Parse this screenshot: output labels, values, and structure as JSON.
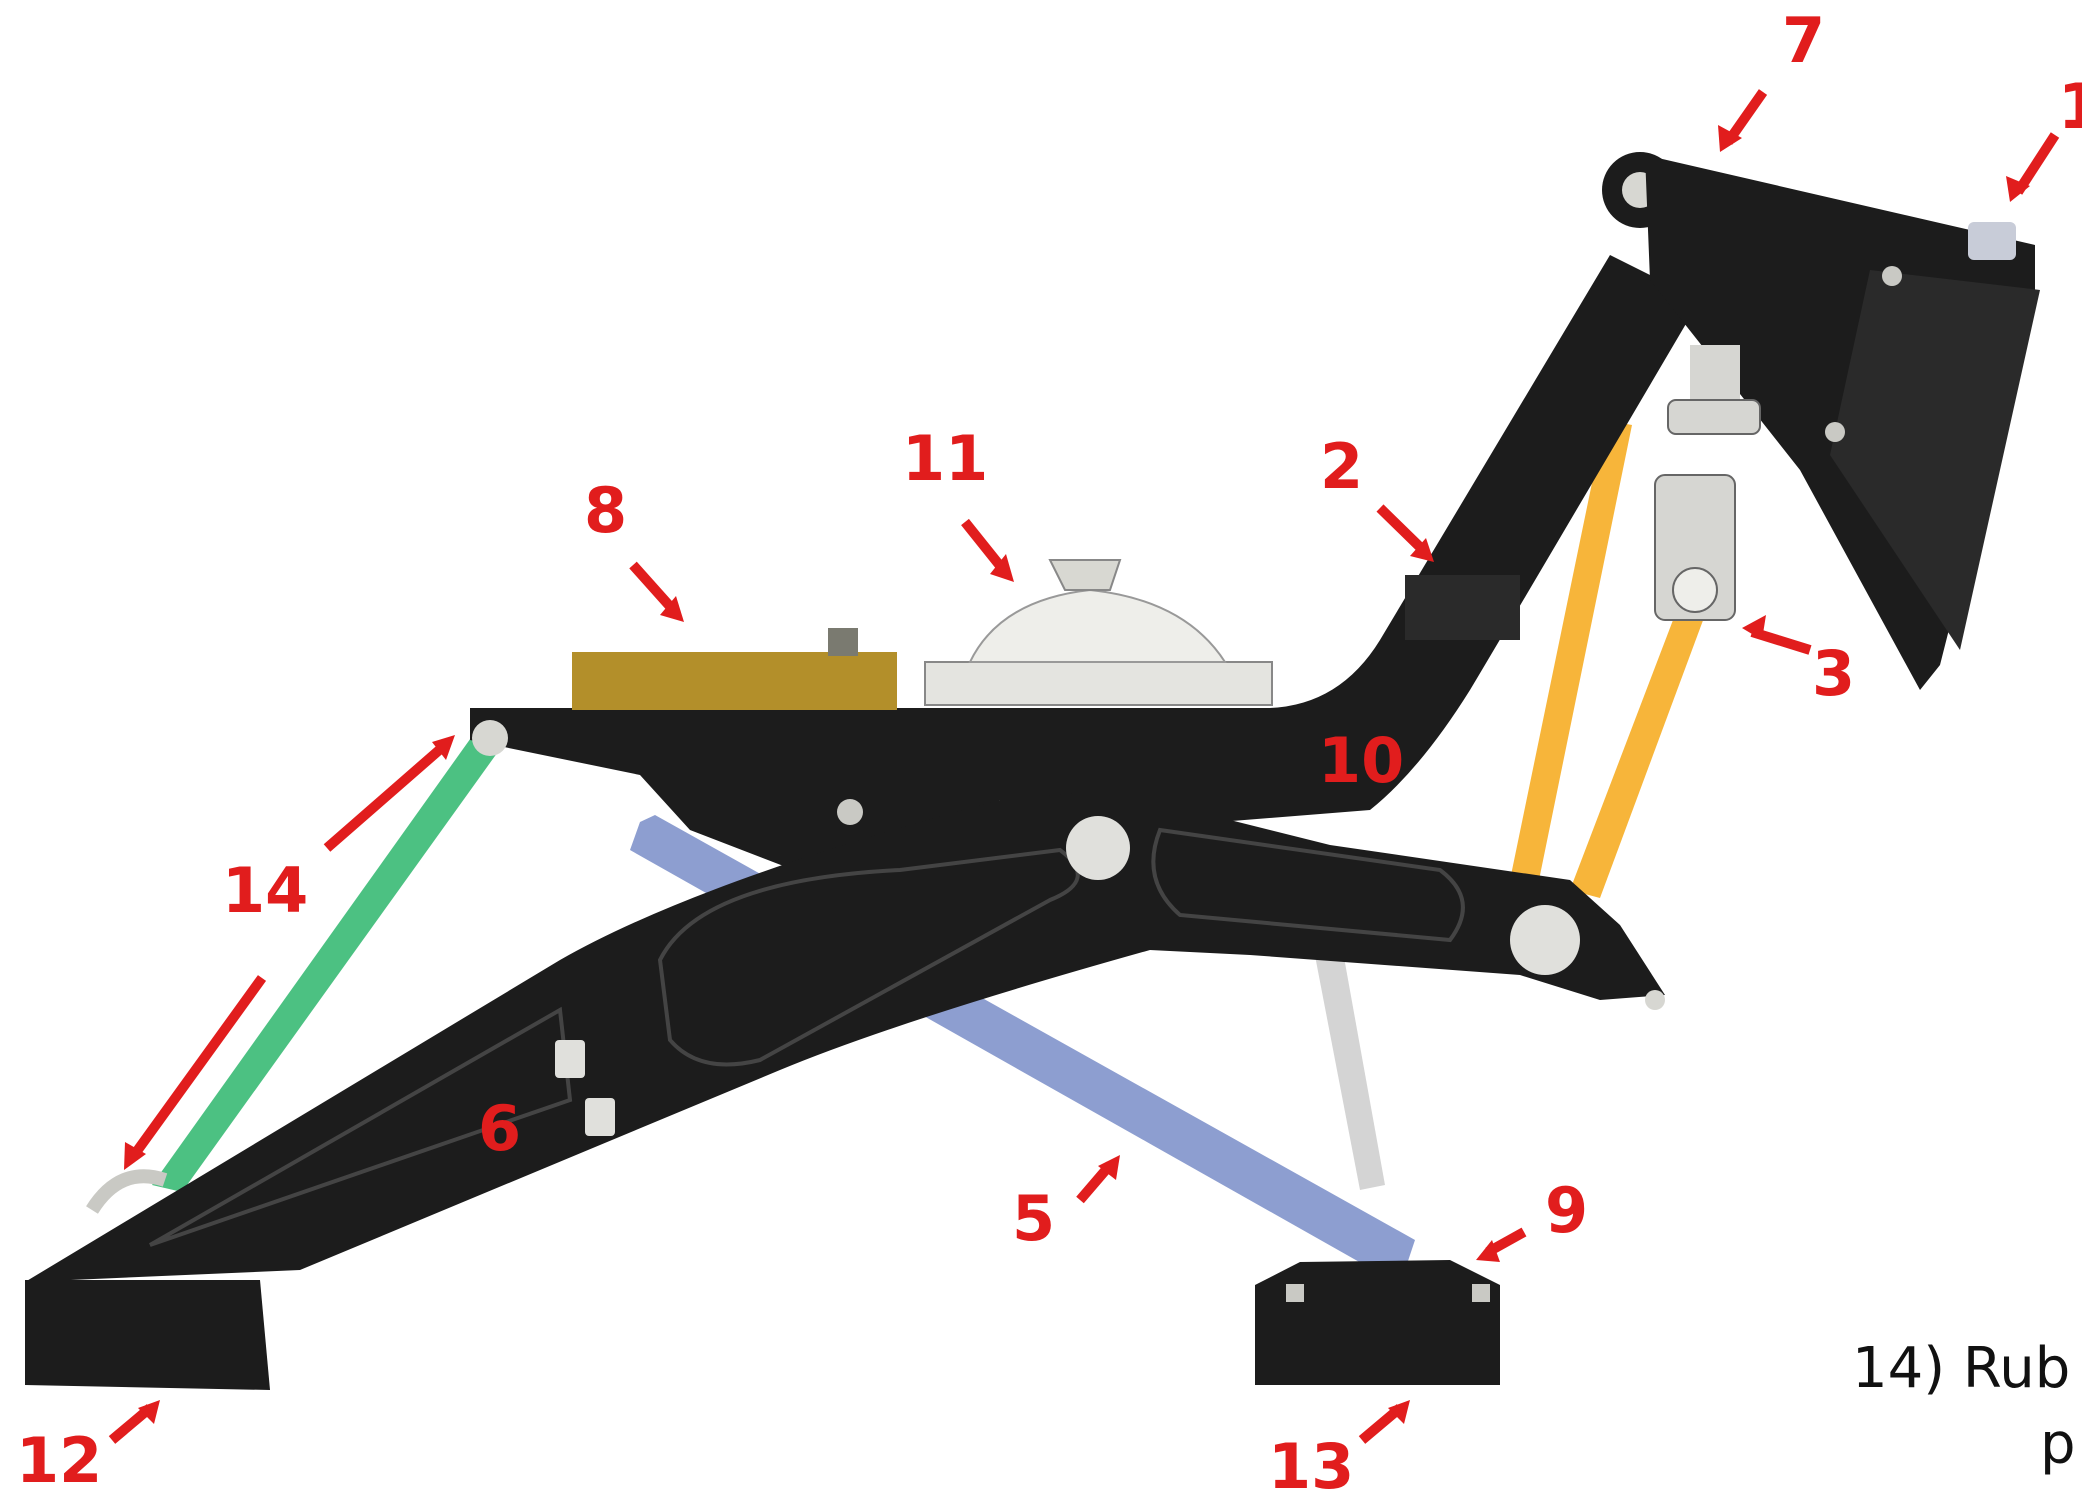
{
  "callouts": [
    "1",
    "2",
    "3",
    "5",
    "6",
    "7",
    "8",
    "9",
    "10",
    "11",
    "12",
    "13",
    "14",
    "14"
  ],
  "caption": {
    "line1": "14) Rub",
    "line2": "p"
  },
  "colors": {
    "callout": "#e11d1d",
    "frame": "#1c1c1c",
    "green_link": "#4cc182",
    "blue_link": "#8d9ed0",
    "orange_link": "#f7b53a",
    "grey_link": "#d4d4d4",
    "gold_block": "#b38f2a",
    "knob": "#e4e4e0"
  }
}
